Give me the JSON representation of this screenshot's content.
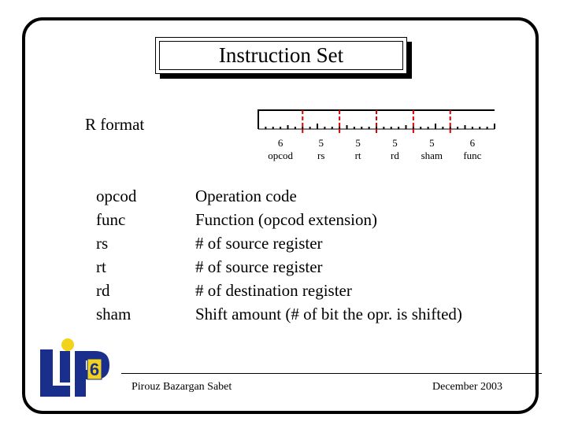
{
  "title": "Instruction Set",
  "section": "R format",
  "fields": [
    {
      "bits": "6",
      "name": "opcod"
    },
    {
      "bits": "5",
      "name": "rs"
    },
    {
      "bits": "5",
      "name": "rt"
    },
    {
      "bits": "5",
      "name": "rd"
    },
    {
      "bits": "5",
      "name": "sham"
    },
    {
      "bits": "6",
      "name": "func"
    }
  ],
  "definitions": [
    {
      "term": "opcod",
      "desc": "Operation code"
    },
    {
      "term": "func",
      "desc": "Function (opcod extension)"
    },
    {
      "term": "rs",
      "desc": "# of source register"
    },
    {
      "term": "rt",
      "desc": "# of source register"
    },
    {
      "term": "rd",
      "desc": "# of destination register"
    },
    {
      "term": "sham",
      "desc": "Shift amount (# of bit the opr. is shifted)"
    }
  ],
  "logo": {
    "letters": "LIP",
    "number": "6"
  },
  "footer": {
    "author": "Pirouz Bazargan Sabet",
    "date": "December 2003"
  },
  "colors": {
    "divider": "#e00000",
    "logo_blue": "#1a2f8c",
    "logo_yellow": "#f2d21b"
  }
}
